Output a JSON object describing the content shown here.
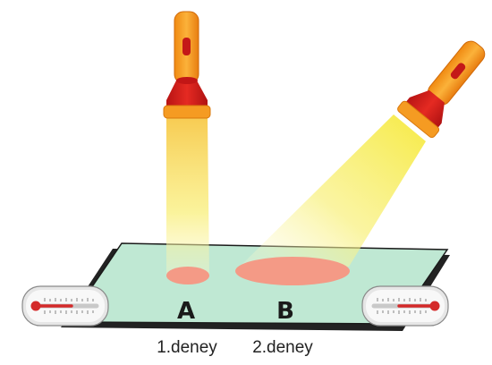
{
  "spots": [
    {
      "id": "A",
      "label": "A"
    },
    {
      "id": "B",
      "label": "B"
    }
  ],
  "captions": [
    {
      "label": "1.deney"
    },
    {
      "label": "2.deney"
    }
  ],
  "colors": {
    "surface": "#bfe8d3",
    "surface_edge": "#1a1a1a",
    "flashlight_body": "#f5a623",
    "flashlight_head": "#d62020",
    "beam": "#f7ef5a",
    "spot": "#f49a86",
    "thermometer_liquid": "#d42a2a"
  },
  "icons": [
    "flashlight-icon",
    "thermometer-icon"
  ]
}
